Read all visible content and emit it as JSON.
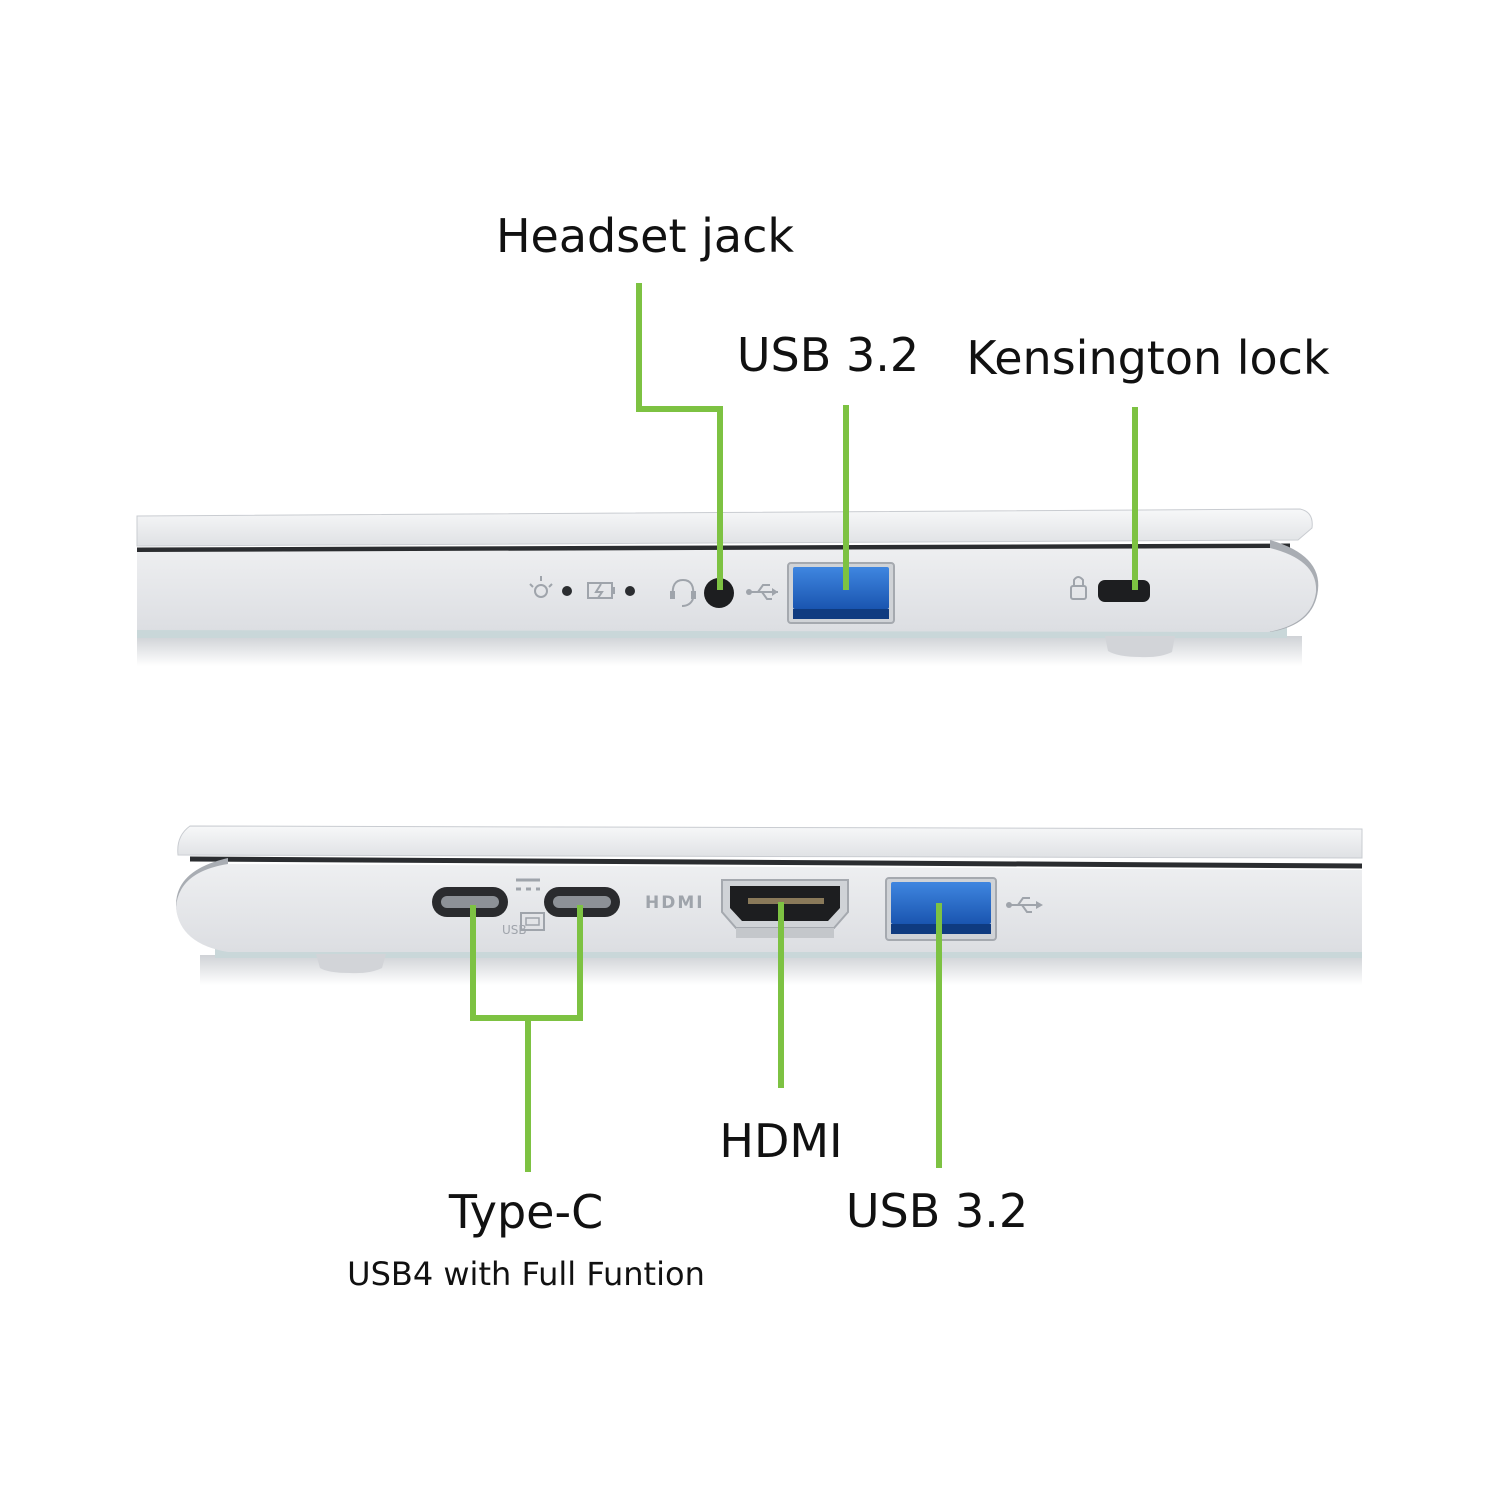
{
  "colors": {
    "leader_line": "#7dc242",
    "chassis": "#e6e7ea",
    "usb_blue": "#1e63c4",
    "text": "#111111"
  },
  "top_view": {
    "labels": {
      "headset_jack": "Headset jack",
      "usb_a": "USB 3.2",
      "kensington_lock": "Kensington lock"
    },
    "icons": [
      "power-light-icon",
      "battery-charging-icon",
      "headset-icon",
      "usb-symbol-icon",
      "lock-icon"
    ]
  },
  "bottom_view": {
    "labels": {
      "type_c": "Type-C",
      "type_c_sub": "USB4 with Full Funtion",
      "hdmi": "HDMI",
      "usb_a": "USB 3.2"
    },
    "port_markings": {
      "hdmi_logo": "HDMI",
      "usb_mark": "USB"
    },
    "icons": [
      "usb-symbol-icon",
      "display-output-icon",
      "dc-power-icon"
    ]
  }
}
